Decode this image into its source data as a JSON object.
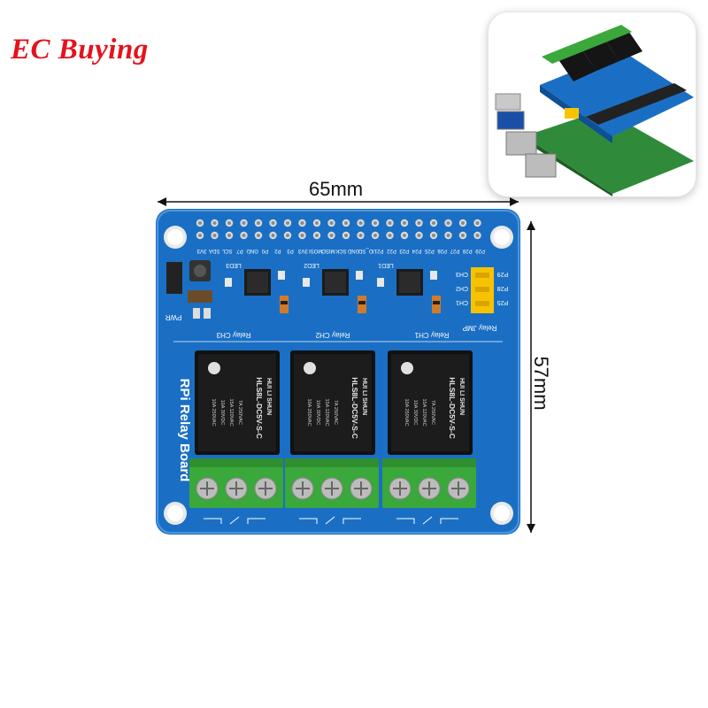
{
  "brand": {
    "text": "EC Buying",
    "color": "#e5121d"
  },
  "dimensions": {
    "width": "65mm",
    "height": "57mm"
  },
  "board": {
    "title": "RPi Relay Board",
    "header_pins": [
      "3V3",
      "SDA",
      "SCL",
      "P7",
      "GND",
      "P0",
      "P2",
      "P3",
      "3V3",
      "MOSI",
      "MISO",
      "SCK",
      "GND",
      "ID_SD",
      "P21",
      "P22",
      "P23",
      "P24",
      "P25",
      "P26",
      "P27",
      "P28",
      "P29"
    ],
    "pwr_label": "PWR",
    "leds": [
      "LED3",
      "LED2",
      "LED1"
    ],
    "relay_channel_labels": [
      "Relay CH3",
      "Relay CH2",
      "Relay CH1"
    ],
    "jumper_label": "Relay JMP",
    "jumper_channels": [
      "CH3",
      "CH2",
      "CH1"
    ],
    "jumper_pins": [
      "P29",
      "P28",
      "P25"
    ],
    "relays": [
      {
        "model": "HLS8L-DC5V-S-C",
        "brand": "HUI LI SHUN",
        "ratings": [
          "10A 250VAC",
          "10A 30VDC",
          "15A 120VAC",
          "7A 250VAC"
        ]
      },
      {
        "model": "HLS8L-DC5V-S-C",
        "brand": "HUI LI SHUN",
        "ratings": [
          "10A 250VAC",
          "10A 30VDC",
          "15A 120VAC",
          "7A 250VAC"
        ]
      },
      {
        "model": "HLS8L-DC5V-S-C",
        "brand": "HUI LI SHUN",
        "ratings": [
          "10A 250VAC",
          "10A 30VDC",
          "15A 120VAC",
          "7A 250VAC"
        ]
      }
    ],
    "colors": {
      "pcb": "#1a6fc4",
      "terminal": "#3aa83a",
      "relay": "#111111",
      "jumper": "#f7c300"
    }
  }
}
